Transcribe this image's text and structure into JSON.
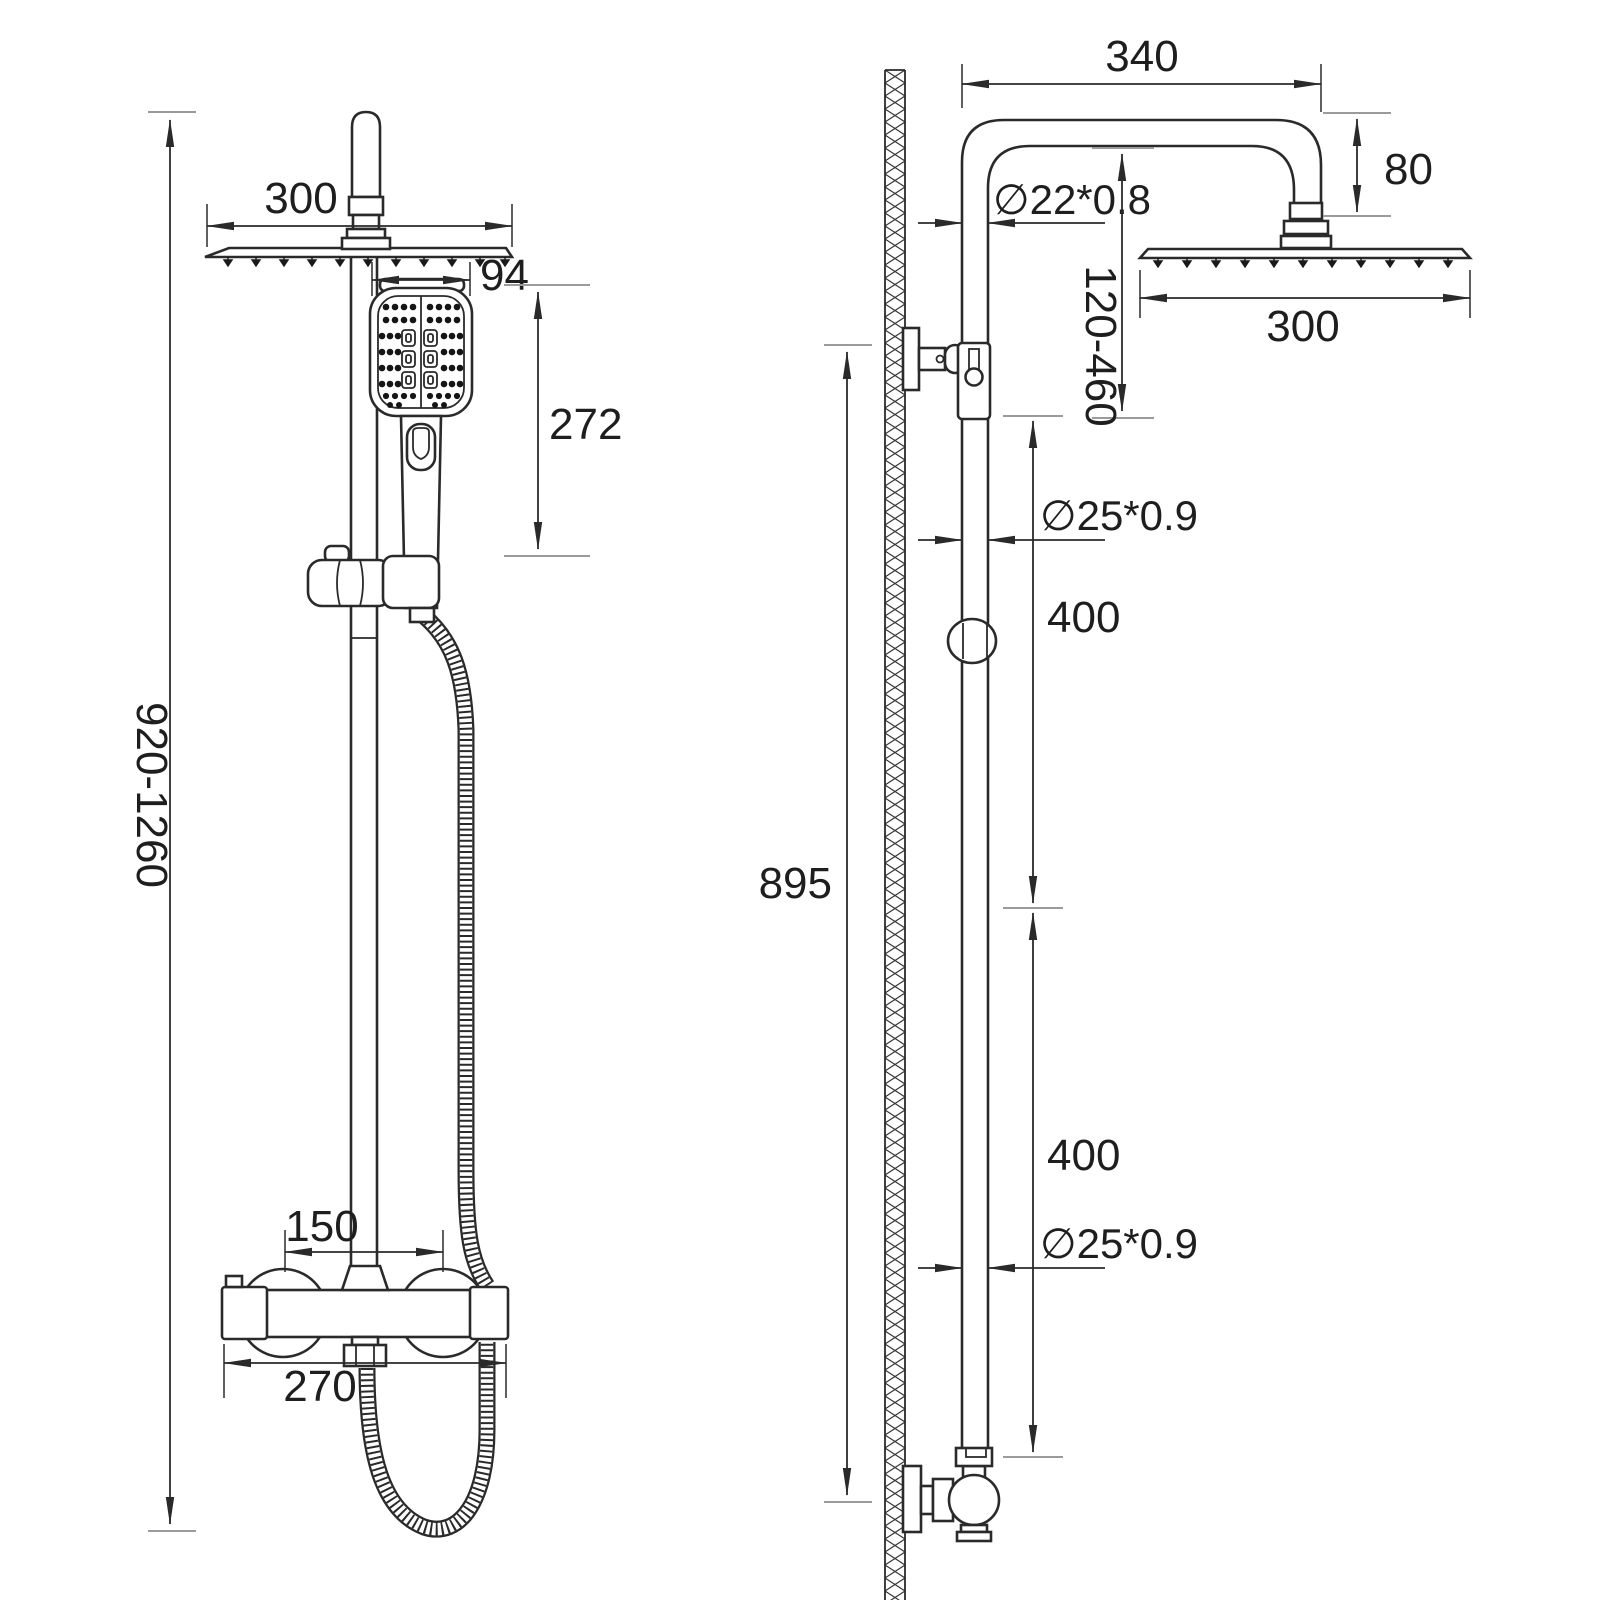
{
  "front_view": {
    "dim_overall_height": "920-1260",
    "dim_rain_head_width": "300",
    "dim_hand_shower_width": "94",
    "dim_hand_shower_length": "272",
    "dim_valve_center_spacing": "150",
    "dim_valve_overall_width": "270"
  },
  "side_view": {
    "dim_arm_reach": "340",
    "dim_arm_drop": "80",
    "dim_upper_pipe_diameter": "∅22*0.8",
    "dim_head_offset_range": "120-460",
    "dim_rain_head_depth": "300",
    "dim_riser_upper_length": "400",
    "dim_riser_diameter_upper": "∅25*0.9",
    "dim_riser_lower_length": "400",
    "dim_riser_diameter_lower": "∅25*0.9",
    "dim_wall_mount_height": "895"
  },
  "colors": {
    "line": "#2a2a2a",
    "dim_tick": "#9b9b9b",
    "background": "#ffffff"
  }
}
